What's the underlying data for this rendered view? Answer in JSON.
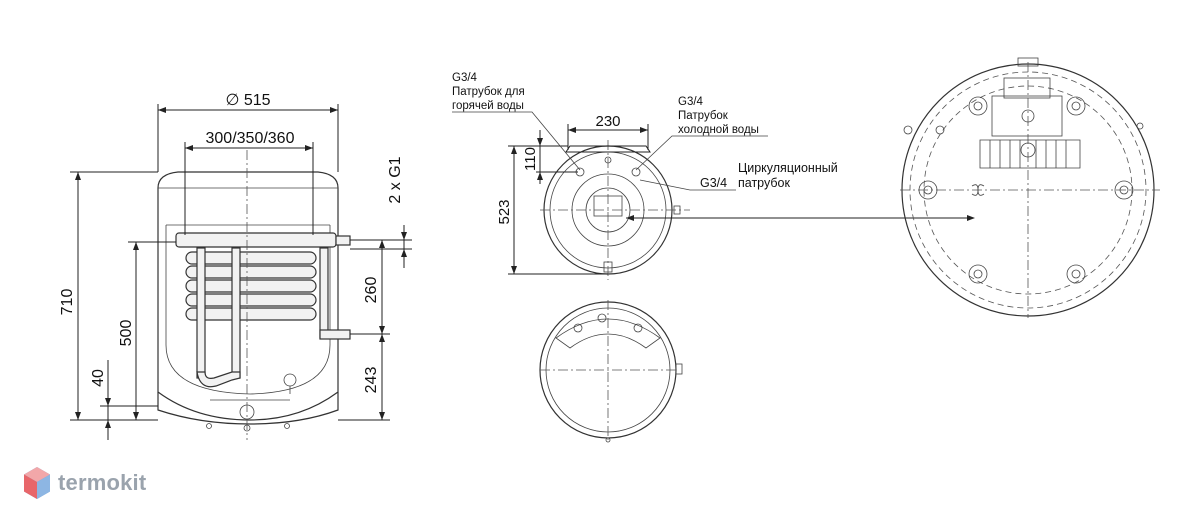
{
  "front_view": {
    "diameter": "∅ 515",
    "width_options": "300/350/360",
    "connection": "2 x G1",
    "height_total": "710",
    "height_500": "500",
    "height_40": "40",
    "spacing_260": "260",
    "height_243": "243"
  },
  "top_view": {
    "hot_label_size": "G3/4",
    "hot_label_l1": "Патрубок для",
    "hot_label_l2": "горячей воды",
    "cold_label_size": "G3/4",
    "cold_label_l1": "Патрубок",
    "cold_label_l2": "холодной воды",
    "circ_size": "G3/4",
    "circ_l1": "Циркуляционный",
    "circ_l2": "патрубок",
    "dim_230": "230",
    "dim_110": "110",
    "dim_523": "523"
  },
  "brand": {
    "name": "termokit",
    "logo_colors": [
      "#e8666a",
      "#6d9fd6"
    ]
  }
}
